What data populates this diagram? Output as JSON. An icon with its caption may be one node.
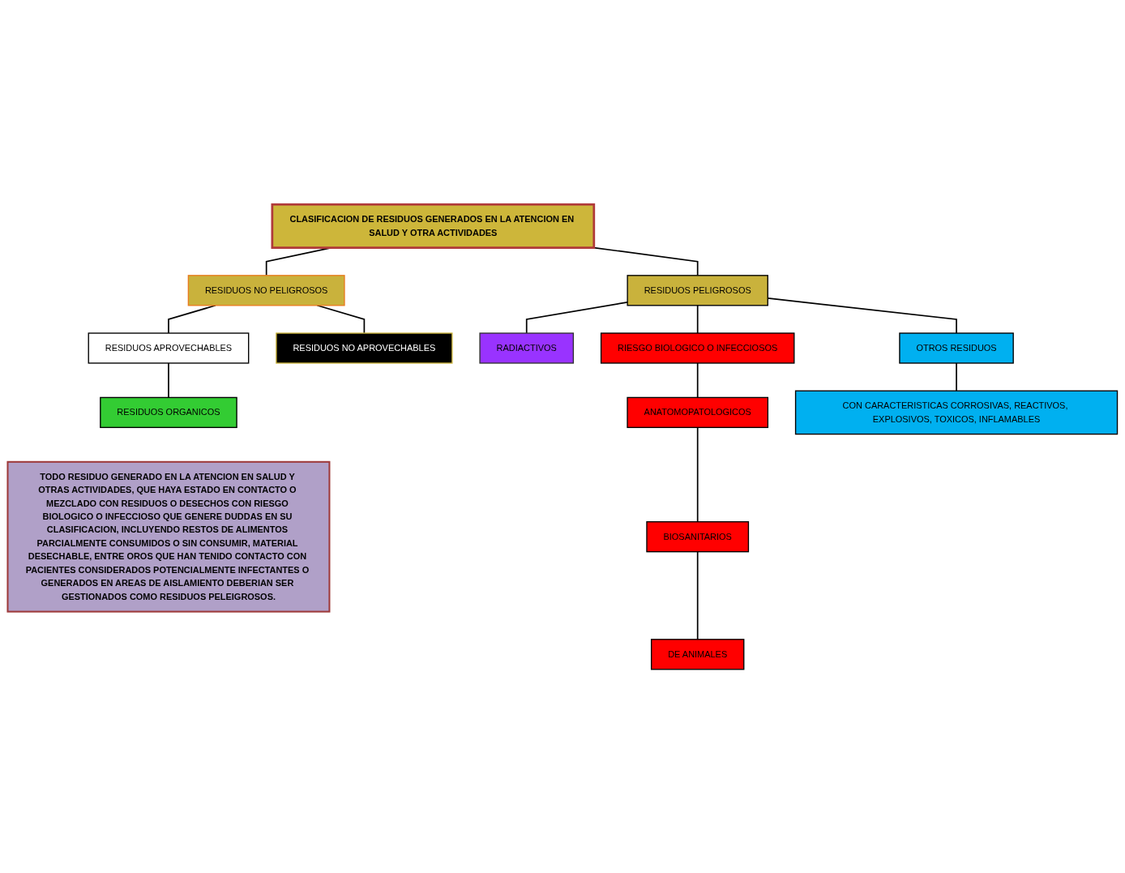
{
  "diagram": {
    "nodes": [
      {
        "text": [
          "CLASIFICACION DE RESIDUOS GENERADOS EN LA ATENCION EN SALUD Y OTRA ACTIVIDADES"
        ]
      },
      {
        "text": [
          "RESIDUOS NO PELIGROSOS"
        ]
      },
      {
        "text": [
          "RESIDUOS PELIGROSOS"
        ]
      },
      {
        "text": [
          "RESIDUOS APROVECHABLES"
        ]
      },
      {
        "text": [
          "RESIDUOS NO APROVECHABLES"
        ]
      },
      {
        "text": [
          "RESIDUOS ORGANICOS"
        ]
      },
      {
        "text": [
          "RADIACTIVOS"
        ]
      },
      {
        "text": [
          "RIESGO BIOLOGICO O INFECCIOSOS"
        ]
      },
      {
        "text": [
          "OTROS RESIDUOS"
        ]
      },
      {
        "text": [
          "ANATOMOPATOLOGICOS"
        ]
      },
      {
        "text": [
          "BIOSANITARIOS"
        ]
      },
      {
        "text": [
          "DE ANIMALES"
        ]
      },
      {
        "text": [
          "CON CARACTERISTICAS CORROSIVAS, REACTIVOS, EXPLOSIVOS, TOXICOS, INFLAMABLES"
        ]
      },
      {
        "text": [
          "TODO RESIDUO GENERADO EN LA ATENCION EN SALUD Y OTRAS ACTIVIDADES, QUE HAYA ESTADO EN CONTACTO O MEZCLADO CON RESIDUOS O DESECHOS CON RIESGO BIOLOGICO O INFECCIOSO QUE GENERE DUDDAS EN SU CLASIFICACION, INCLUYENDO RESTOS DE ALIMENTOS PARCIALMENTE CONSUMIDOS O SIN CONSUMIR, MATERIAL DESECHABLE, ENTRE OROS QUE HAN TENIDO CONTACTO CON PACIENTES CONSIDERADOS POTENCIALMENTE INFECTANTES O GENERADOS EN AREAS DE AISLAMIENTO DEBERIAN SER GESTIONADOS COMO RESIDUOS PELEIGROSOS."
        ]
      }
    ],
    "edges": [
      {
        "from": 0,
        "to": 1,
        "arrow": "none"
      },
      {
        "from": 0,
        "to": 2,
        "arrow": "none"
      },
      {
        "from": 1,
        "to": 3,
        "arrow": "none"
      },
      {
        "from": 1,
        "to": 4,
        "arrow": "none"
      },
      {
        "from": 3,
        "to": 5,
        "arrow": "none"
      },
      {
        "from": 2,
        "to": 6,
        "arrow": "none"
      },
      {
        "from": 2,
        "to": 7,
        "arrow": "none"
      },
      {
        "from": 2,
        "to": 8,
        "arrow": "none"
      },
      {
        "from": 7,
        "to": 9,
        "arrow": "none"
      },
      {
        "from": 9,
        "to": 10,
        "arrow": "none"
      },
      {
        "from": 10,
        "to": 11,
        "arrow": "none"
      },
      {
        "from": 8,
        "to": 12,
        "arrow": "none"
      }
    ]
  }
}
